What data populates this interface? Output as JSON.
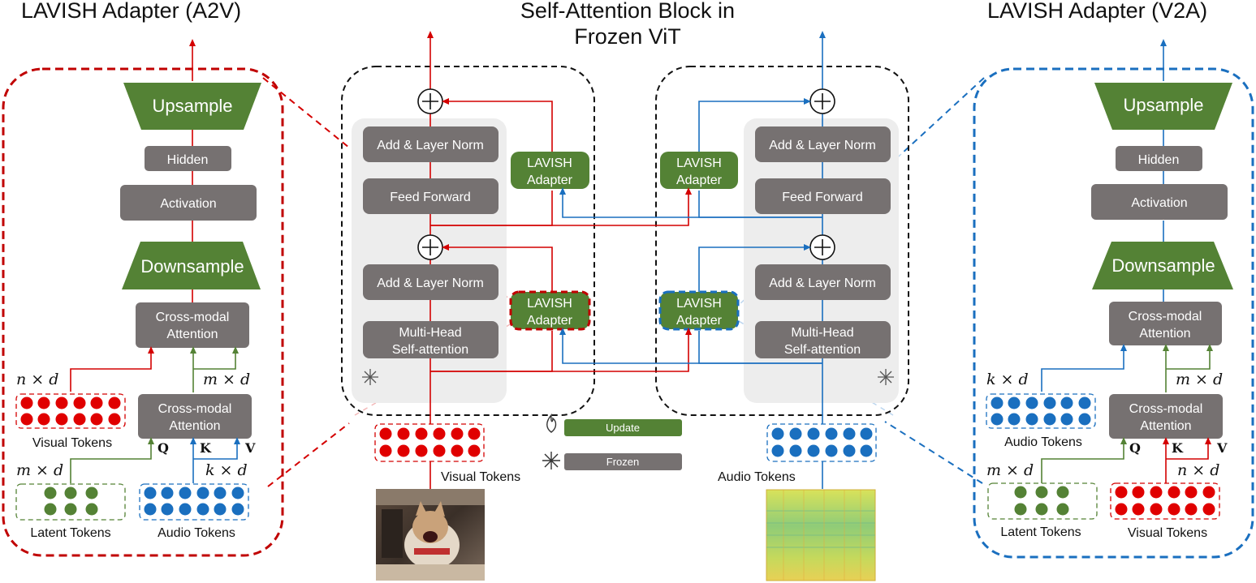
{
  "titles": {
    "left": "LAVISH Adapter (A2V)",
    "center_line1": "Self-Attention Block in",
    "center_line2": "Frozen ViT",
    "right": "LAVISH Adapter (V2A)"
  },
  "adapter_a2v": {
    "upsample": "Upsample",
    "hidden": "Hidden",
    "activation": "Activation",
    "downsample": "Downsample",
    "cross_attn_top_line1": "Cross-modal",
    "cross_attn_top_line2": "Attention",
    "cross_attn_bottom_line1": "Cross-modal",
    "cross_attn_bottom_line2": "Attention",
    "dim_visual": "n × d",
    "dim_right": "m × d",
    "dim_latent": "m × d",
    "dim_audio": "k × d",
    "q": "Q",
    "k": "K",
    "v": "V",
    "visual_tokens": "Visual Tokens",
    "latent_tokens": "Latent Tokens",
    "audio_tokens": "Audio Tokens"
  },
  "adapter_v2a": {
    "upsample": "Upsample",
    "hidden": "Hidden",
    "activation": "Activation",
    "downsample": "Downsample",
    "cross_attn_top_line1": "Cross-modal",
    "cross_attn_top_line2": "Attention",
    "cross_attn_bottom_line1": "Cross-modal",
    "cross_attn_bottom_line2": "Attention",
    "dim_audio": "k × d",
    "dim_right": "m × d",
    "dim_latent": "m × d",
    "dim_visual": "n × d",
    "q": "Q",
    "k": "K",
    "v": "V",
    "audio_tokens": "Audio Tokens",
    "latent_tokens": "Latent Tokens",
    "visual_tokens": "Visual Tokens"
  },
  "vit_left": {
    "add_norm_top": "Add & Layer Norm",
    "feed_forward": "Feed Forward",
    "add_norm_bottom": "Add & Layer Norm",
    "mhsa_line1": "Multi-Head",
    "mhsa_line2": "Self-attention",
    "adapter_top_line1": "LAVISH",
    "adapter_top_line2": "Adapter",
    "adapter_bottom_line1": "LAVISH",
    "adapter_bottom_line2": "Adapter",
    "tokens_label": "Visual Tokens"
  },
  "vit_right": {
    "add_norm_top": "Add & Layer Norm",
    "feed_forward": "Feed Forward",
    "add_norm_bottom": "Add & Layer Norm",
    "mhsa_line1": "Multi-Head",
    "mhsa_line2": "Self-attention",
    "adapter_top_line1": "LAVISH",
    "adapter_top_line2": "Adapter",
    "adapter_bottom_line1": "LAVISH",
    "adapter_bottom_line2": "Adapter",
    "tokens_label": "Audio Tokens"
  },
  "legend": {
    "update": "Update",
    "frozen": "Frozen",
    "update_icon": "flame-icon",
    "frozen_icon": "snowflake-icon"
  },
  "colors": {
    "red": "#d40000",
    "blue": "#1a6fbf",
    "green": "#548235",
    "gray": "#767171"
  }
}
